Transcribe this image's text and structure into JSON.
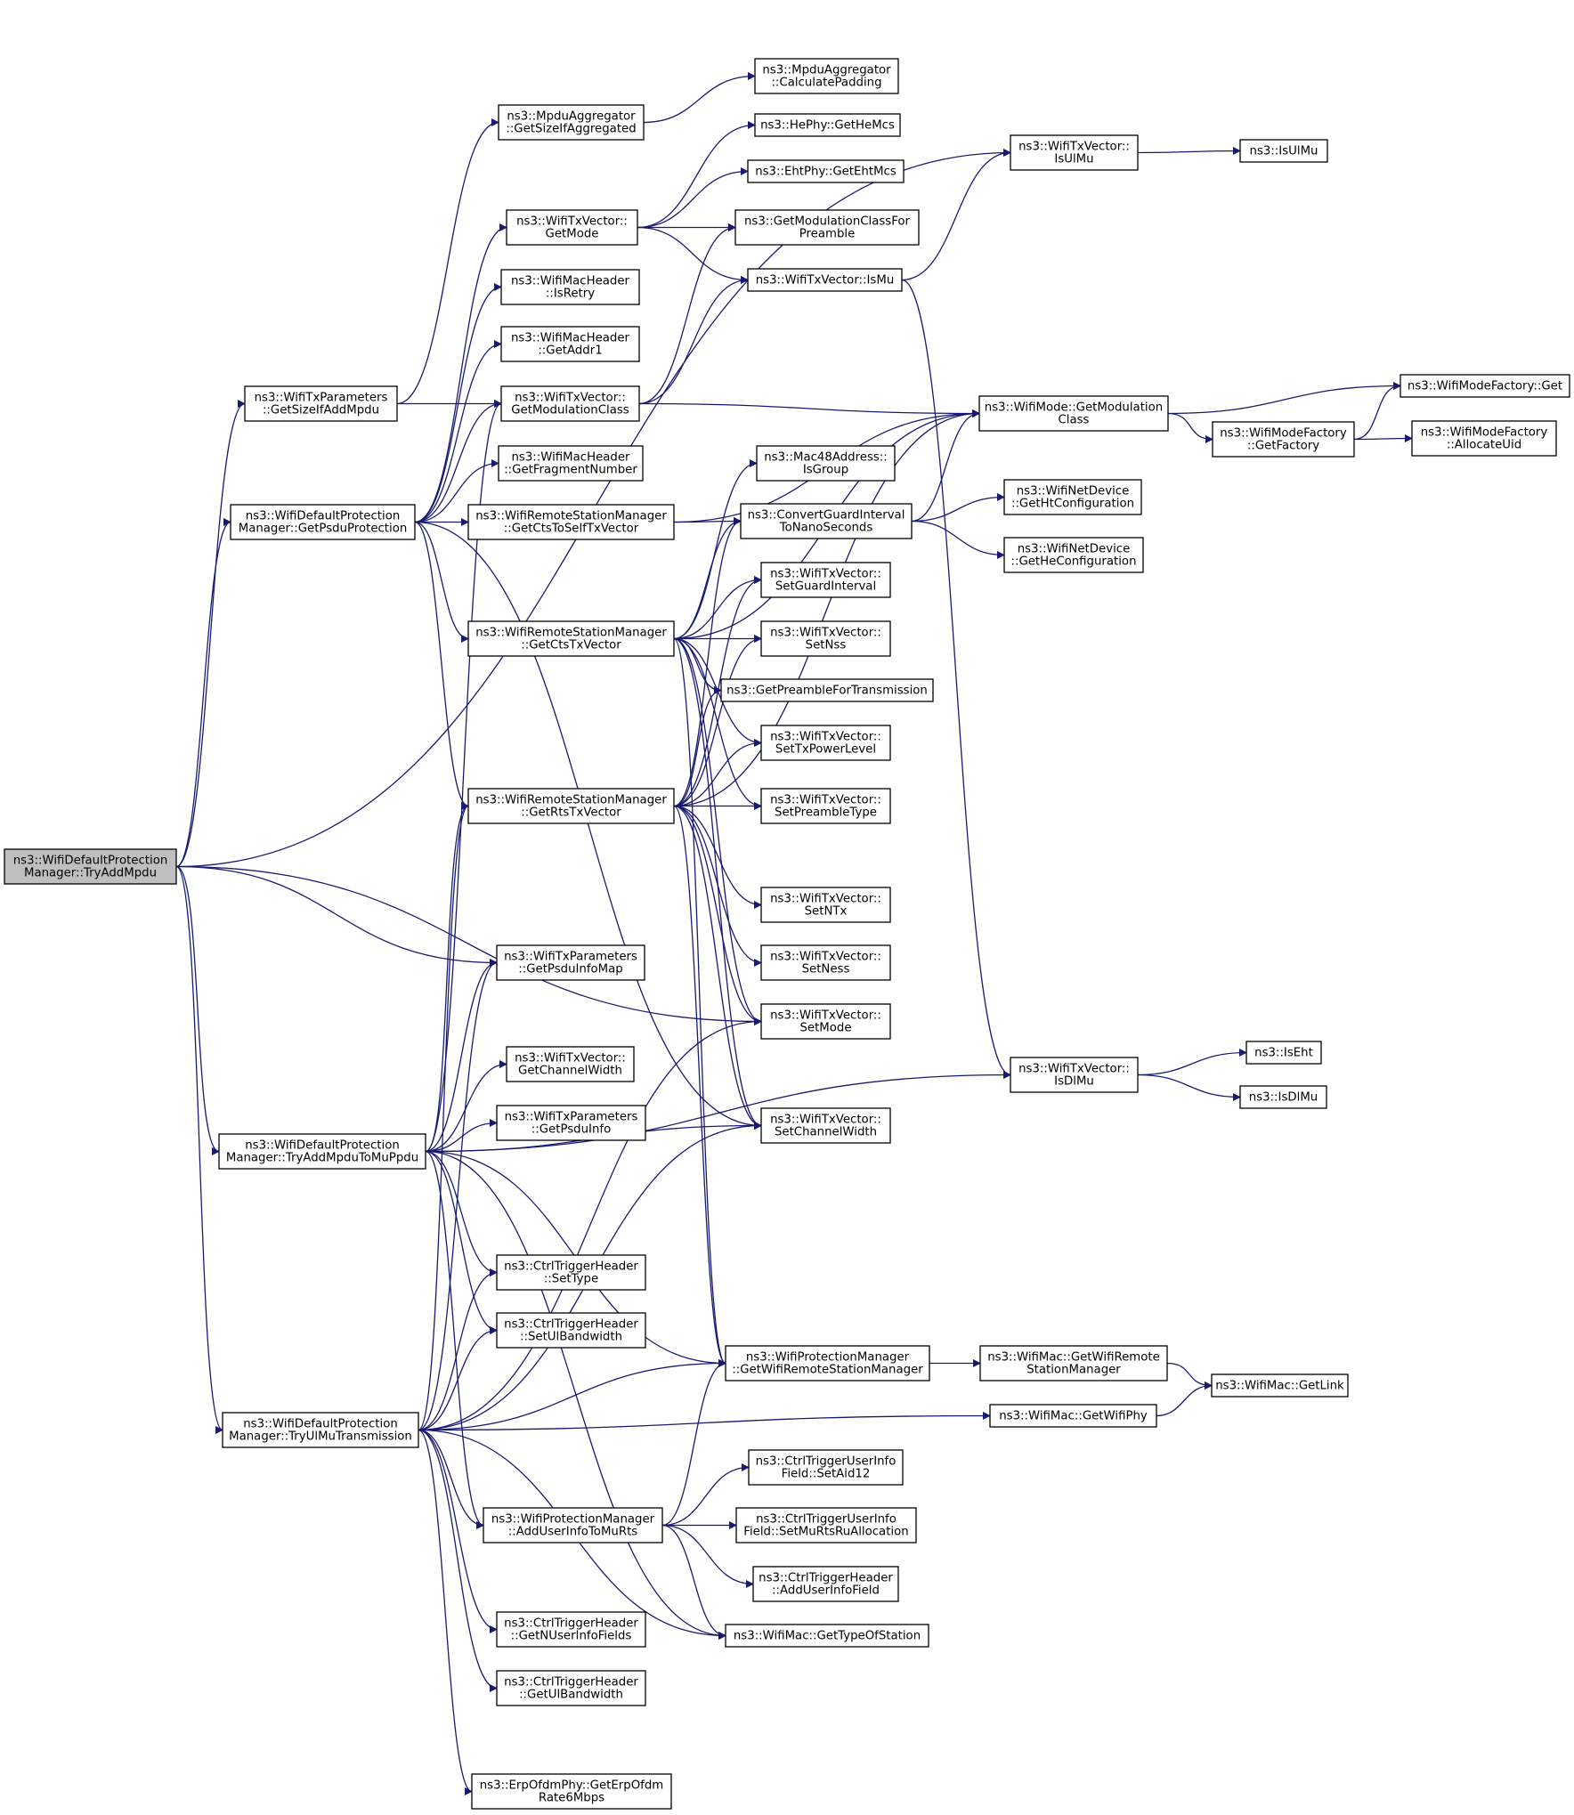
{
  "diagram": {
    "nodes": [
      {
        "id": "n0",
        "lines": [
          "ns3::WifiDefaultProtection",
          "Manager::TryAddMpdu"
        ],
        "root": true,
        "interactable": true
      },
      {
        "id": "n1",
        "lines": [
          "ns3::WifiTxParameters",
          "::GetSizeIfAddMpdu"
        ],
        "interactable": true
      },
      {
        "id": "n2",
        "lines": [
          "ns3::MpduAggregator",
          "::GetSizeIfAggregated"
        ],
        "interactable": true
      },
      {
        "id": "n3",
        "lines": [
          "ns3::MpduAggregator",
          "::CalculatePadding"
        ],
        "interactable": true
      },
      {
        "id": "n4",
        "lines": [
          "ns3::WifiTxVector::",
          "IsUlMu"
        ],
        "interactable": true
      },
      {
        "id": "n5",
        "lines": [
          "ns3::IsUlMu"
        ],
        "interactable": true
      },
      {
        "id": "n6",
        "lines": [
          "ns3::HePhy::GetHeMcs"
        ],
        "interactable": true
      },
      {
        "id": "n7",
        "lines": [
          "ns3::EhtPhy::GetEhtMcs"
        ],
        "interactable": true
      },
      {
        "id": "n8",
        "lines": [
          "ns3::WifiTxVector::",
          "GetMode"
        ],
        "interactable": true
      },
      {
        "id": "n9",
        "lines": [
          "ns3::GetModulationClassFor",
          "Preamble"
        ],
        "interactable": true
      },
      {
        "id": "n10",
        "lines": [
          "ns3::WifiTxVector::IsMu"
        ],
        "interactable": true
      },
      {
        "id": "n11",
        "lines": [
          "ns3::WifiMacHeader",
          "::IsRetry"
        ],
        "interactable": true
      },
      {
        "id": "n12",
        "lines": [
          "ns3::WifiMacHeader",
          "::GetAddr1"
        ],
        "interactable": true
      },
      {
        "id": "n13",
        "lines": [
          "ns3::WifiTxVector::",
          "GetModulationClass"
        ],
        "interactable": true
      },
      {
        "id": "n14",
        "lines": [
          "ns3::WifiMode::GetModulation",
          "Class"
        ],
        "interactable": true
      },
      {
        "id": "n15",
        "lines": [
          "ns3::WifiModeFactory::Get"
        ],
        "interactable": true
      },
      {
        "id": "n16",
        "lines": [
          "ns3::WifiModeFactory",
          "::GetFactory"
        ],
        "interactable": true
      },
      {
        "id": "n17",
        "lines": [
          "ns3::WifiModeFactory",
          "::AllocateUid"
        ],
        "interactable": true
      },
      {
        "id": "n18",
        "lines": [
          "ns3::WifiMacHeader",
          "::GetFragmentNumber"
        ],
        "interactable": true
      },
      {
        "id": "n19",
        "lines": [
          "ns3::Mac48Address::",
          "IsGroup"
        ],
        "interactable": true
      },
      {
        "id": "n20",
        "lines": [
          "ns3::WifiDefaultProtection",
          "Manager::GetPsduProtection"
        ],
        "interactable": true
      },
      {
        "id": "n21",
        "lines": [
          "ns3::WifiRemoteStationManager",
          "::GetCtsToSelfTxVector"
        ],
        "interactable": true
      },
      {
        "id": "n22",
        "lines": [
          "ns3::ConvertGuardInterval",
          "ToNanoSeconds"
        ],
        "interactable": true
      },
      {
        "id": "n23",
        "lines": [
          "ns3::WifiNetDevice",
          "::GetHtConfiguration"
        ],
        "interactable": true
      },
      {
        "id": "n24",
        "lines": [
          "ns3::WifiNetDevice",
          "::GetHeConfiguration"
        ],
        "interactable": true
      },
      {
        "id": "n25",
        "lines": [
          "ns3::WifiTxVector::",
          "SetGuardInterval"
        ],
        "interactable": true
      },
      {
        "id": "n26",
        "lines": [
          "ns3::WifiRemoteStationManager",
          "::GetCtsTxVector"
        ],
        "interactable": true
      },
      {
        "id": "n27",
        "lines": [
          "ns3::WifiTxVector::",
          "SetNss"
        ],
        "interactable": true
      },
      {
        "id": "n28",
        "lines": [
          "ns3::GetPreambleForTransmission"
        ],
        "interactable": true
      },
      {
        "id": "n29",
        "lines": [
          "ns3::WifiTxVector::",
          "SetTxPowerLevel"
        ],
        "interactable": true
      },
      {
        "id": "n30",
        "lines": [
          "ns3::WifiRemoteStationManager",
          "::GetRtsTxVector"
        ],
        "interactable": true
      },
      {
        "id": "n31",
        "lines": [
          "ns3::WifiTxVector::",
          "SetPreambleType"
        ],
        "interactable": true
      },
      {
        "id": "n32",
        "lines": [
          "ns3::WifiTxVector::",
          "SetNTx"
        ],
        "interactable": true
      },
      {
        "id": "n33",
        "lines": [
          "ns3::WifiTxParameters",
          "::GetPsduInfoMap"
        ],
        "interactable": true
      },
      {
        "id": "n34",
        "lines": [
          "ns3::WifiTxVector::",
          "SetNess"
        ],
        "interactable": true
      },
      {
        "id": "n35",
        "lines": [
          "ns3::WifiTxVector::",
          "SetMode"
        ],
        "interactable": true
      },
      {
        "id": "n36",
        "lines": [
          "ns3::WifiTxVector::",
          "GetChannelWidth"
        ],
        "interactable": true
      },
      {
        "id": "n37",
        "lines": [
          "ns3::WifiTxVector::",
          "IsDlMu"
        ],
        "interactable": true
      },
      {
        "id": "n38",
        "lines": [
          "ns3::IsEht"
        ],
        "interactable": true
      },
      {
        "id": "n39",
        "lines": [
          "ns3::IsDlMu"
        ],
        "interactable": true
      },
      {
        "id": "n40",
        "lines": [
          "ns3::WifiDefaultProtection",
          "Manager::TryAddMpduToMuPpdu"
        ],
        "interactable": true
      },
      {
        "id": "n41",
        "lines": [
          "ns3::WifiTxParameters",
          "::GetPsduInfo"
        ],
        "interactable": true
      },
      {
        "id": "n42",
        "lines": [
          "ns3::WifiTxVector::",
          "SetChannelWidth"
        ],
        "interactable": true
      },
      {
        "id": "n43",
        "lines": [
          "ns3::CtrlTriggerHeader",
          "::SetType"
        ],
        "interactable": true
      },
      {
        "id": "n44",
        "lines": [
          "ns3::CtrlTriggerHeader",
          "::SetUlBandwidth"
        ],
        "interactable": true
      },
      {
        "id": "n45",
        "lines": [
          "ns3::WifiProtectionManager",
          "::GetWifiRemoteStationManager"
        ],
        "interactable": true
      },
      {
        "id": "n46",
        "lines": [
          "ns3::WifiMac::GetWifiRemote",
          "StationManager"
        ],
        "interactable": true
      },
      {
        "id": "n47",
        "lines": [
          "ns3::WifiMac::GetLink"
        ],
        "interactable": true
      },
      {
        "id": "n48",
        "lines": [
          "ns3::WifiDefaultProtection",
          "Manager::TryUlMuTransmission"
        ],
        "interactable": true
      },
      {
        "id": "n49",
        "lines": [
          "ns3::WifiMac::GetWifiPhy"
        ],
        "interactable": true
      },
      {
        "id": "n50",
        "lines": [
          "ns3::CtrlTriggerUserInfo",
          "Field::SetAid12"
        ],
        "interactable": true
      },
      {
        "id": "n51",
        "lines": [
          "ns3::WifiProtectionManager",
          "::AddUserInfoToMuRts"
        ],
        "interactable": true
      },
      {
        "id": "n52",
        "lines": [
          "ns3::CtrlTriggerUserInfo",
          "Field::SetMuRtsRuAllocation"
        ],
        "interactable": true
      },
      {
        "id": "n53",
        "lines": [
          "ns3::CtrlTriggerHeader",
          "::AddUserInfoField"
        ],
        "interactable": true
      },
      {
        "id": "n54",
        "lines": [
          "ns3::CtrlTriggerHeader",
          "::GetNUserInfoFields"
        ],
        "interactable": true
      },
      {
        "id": "n55",
        "lines": [
          "ns3::WifiMac::GetTypeOfStation"
        ],
        "interactable": true
      },
      {
        "id": "n56",
        "lines": [
          "ns3::CtrlTriggerHeader",
          "::GetUlBandwidth"
        ],
        "interactable": true
      },
      {
        "id": "n57",
        "lines": [
          "ns3::ErpOfdmPhy::GetErpOfdm",
          "Rate6Mbps"
        ],
        "interactable": true
      }
    ],
    "edges": [
      [
        "n0",
        "n1"
      ],
      [
        "n0",
        "n4"
      ],
      [
        "n0",
        "n20"
      ],
      [
        "n0",
        "n33"
      ],
      [
        "n0",
        "n35"
      ],
      [
        "n0",
        "n40"
      ],
      [
        "n0",
        "n48"
      ],
      [
        "n1",
        "n2"
      ],
      [
        "n1",
        "n13"
      ],
      [
        "n2",
        "n3"
      ],
      [
        "n4",
        "n5"
      ],
      [
        "n8",
        "n6"
      ],
      [
        "n8",
        "n7"
      ],
      [
        "n8",
        "n9"
      ],
      [
        "n8",
        "n10"
      ],
      [
        "n10",
        "n4"
      ],
      [
        "n10",
        "n37"
      ],
      [
        "n13",
        "n9"
      ],
      [
        "n13",
        "n10"
      ],
      [
        "n13",
        "n14"
      ],
      [
        "n14",
        "n15"
      ],
      [
        "n14",
        "n16"
      ],
      [
        "n16",
        "n15"
      ],
      [
        "n16",
        "n17"
      ],
      [
        "n20",
        "n8"
      ],
      [
        "n20",
        "n11"
      ],
      [
        "n20",
        "n12"
      ],
      [
        "n20",
        "n13"
      ],
      [
        "n20",
        "n18"
      ],
      [
        "n20",
        "n21"
      ],
      [
        "n20",
        "n26"
      ],
      [
        "n20",
        "n30"
      ],
      [
        "n20",
        "n42"
      ],
      [
        "n21",
        "n14"
      ],
      [
        "n21",
        "n22"
      ],
      [
        "n22",
        "n14"
      ],
      [
        "n22",
        "n23"
      ],
      [
        "n22",
        "n24"
      ],
      [
        "n26",
        "n14"
      ],
      [
        "n26",
        "n19"
      ],
      [
        "n26",
        "n22"
      ],
      [
        "n26",
        "n25"
      ],
      [
        "n26",
        "n27"
      ],
      [
        "n26",
        "n28"
      ],
      [
        "n26",
        "n29"
      ],
      [
        "n26",
        "n31"
      ],
      [
        "n26",
        "n35"
      ],
      [
        "n26",
        "n42"
      ],
      [
        "n26",
        "n45"
      ],
      [
        "n30",
        "n22"
      ],
      [
        "n30",
        "n25"
      ],
      [
        "n30",
        "n27"
      ],
      [
        "n30",
        "n28"
      ],
      [
        "n30",
        "n29"
      ],
      [
        "n30",
        "n31"
      ],
      [
        "n30",
        "n32"
      ],
      [
        "n30",
        "n34"
      ],
      [
        "n30",
        "n35"
      ],
      [
        "n30",
        "n42"
      ],
      [
        "n30",
        "n14"
      ],
      [
        "n30",
        "n45"
      ],
      [
        "n37",
        "n38"
      ],
      [
        "n37",
        "n39"
      ],
      [
        "n40",
        "n13"
      ],
      [
        "n40",
        "n30"
      ],
      [
        "n40",
        "n33"
      ],
      [
        "n40",
        "n36"
      ],
      [
        "n40",
        "n41"
      ],
      [
        "n40",
        "n42"
      ],
      [
        "n40",
        "n37"
      ],
      [
        "n40",
        "n43"
      ],
      [
        "n40",
        "n44"
      ],
      [
        "n40",
        "n45"
      ],
      [
        "n40",
        "n51"
      ],
      [
        "n40",
        "n55"
      ],
      [
        "n45",
        "n46"
      ],
      [
        "n46",
        "n47"
      ],
      [
        "n49",
        "n47"
      ],
      [
        "n48",
        "n30"
      ],
      [
        "n48",
        "n33"
      ],
      [
        "n48",
        "n43"
      ],
      [
        "n48",
        "n44"
      ],
      [
        "n48",
        "n35"
      ],
      [
        "n48",
        "n42"
      ],
      [
        "n48",
        "n45"
      ],
      [
        "n48",
        "n49"
      ],
      [
        "n48",
        "n51"
      ],
      [
        "n48",
        "n54"
      ],
      [
        "n48",
        "n55"
      ],
      [
        "n48",
        "n56"
      ],
      [
        "n48",
        "n57"
      ],
      [
        "n51",
        "n45"
      ],
      [
        "n51",
        "n50"
      ],
      [
        "n51",
        "n52"
      ],
      [
        "n51",
        "n53"
      ],
      [
        "n51",
        "n55"
      ]
    ]
  }
}
